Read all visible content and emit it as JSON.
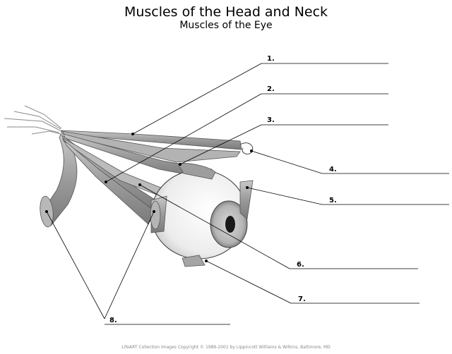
{
  "header": {
    "title": "Muscles of the Head and Neck",
    "subtitle": "Muscles of the Eye"
  },
  "labels": [
    {
      "number": "1."
    },
    {
      "number": "2."
    },
    {
      "number": "3."
    },
    {
      "number": "4."
    },
    {
      "number": "5."
    },
    {
      "number": "6."
    },
    {
      "number": "7."
    },
    {
      "number": "8."
    }
  ],
  "footer": {
    "copyright": "LifeART Collection Images Copyright © 1989-2001 by Lippincott Williams & Wilkins, Baltimore, MD"
  },
  "colors": {
    "muscle_fill": "#a9a9a9",
    "muscle_dark": "#6f6f6f",
    "eye_fill": "#f2f2f2",
    "line": "#000000"
  }
}
